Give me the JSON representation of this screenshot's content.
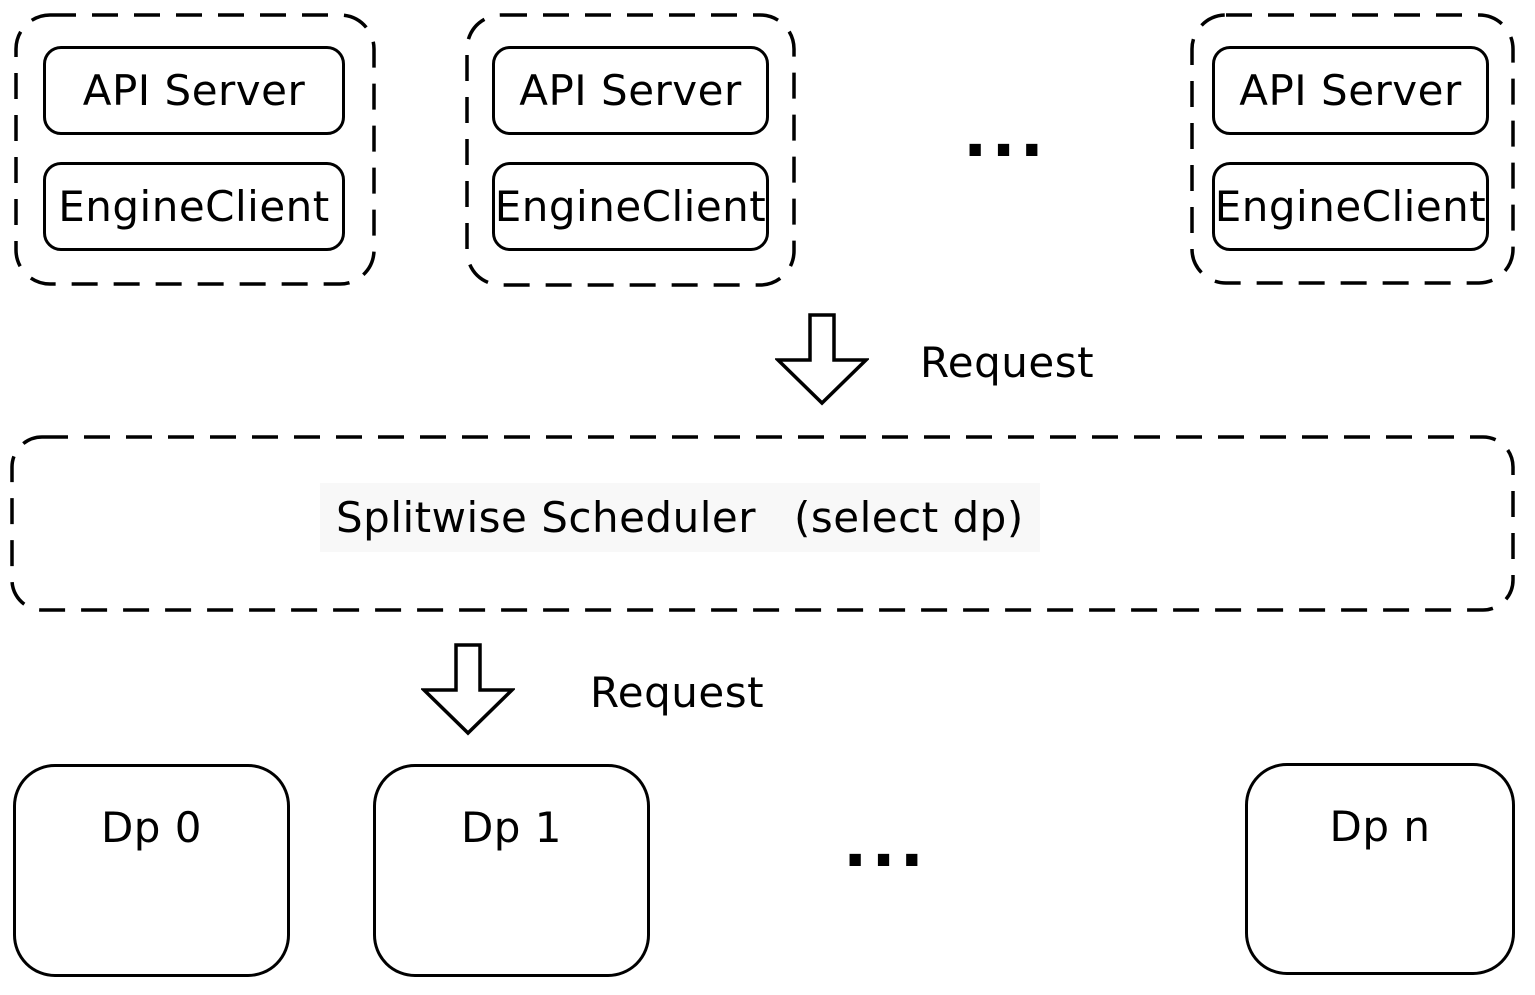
{
  "colors": {
    "stroke": "#000000",
    "background": "#ffffff",
    "scheduler_highlight": "#f8f8f8"
  },
  "top_row": {
    "groups": [
      {
        "api_server": "API Server",
        "engine_client": "EngineClient"
      },
      {
        "api_server": "API Server",
        "engine_client": "EngineClient"
      },
      {
        "api_server": "API Server",
        "engine_client": "EngineClient"
      }
    ],
    "ellipsis": "..."
  },
  "flow": {
    "request_top": "Request",
    "request_bottom": "Request"
  },
  "scheduler": {
    "title": "Splitwise Scheduler",
    "note": "(select dp)"
  },
  "bottom_row": {
    "nodes": [
      {
        "label": "Dp 0"
      },
      {
        "label": "Dp 1"
      },
      {
        "label": "Dp n"
      }
    ],
    "ellipsis": "..."
  }
}
